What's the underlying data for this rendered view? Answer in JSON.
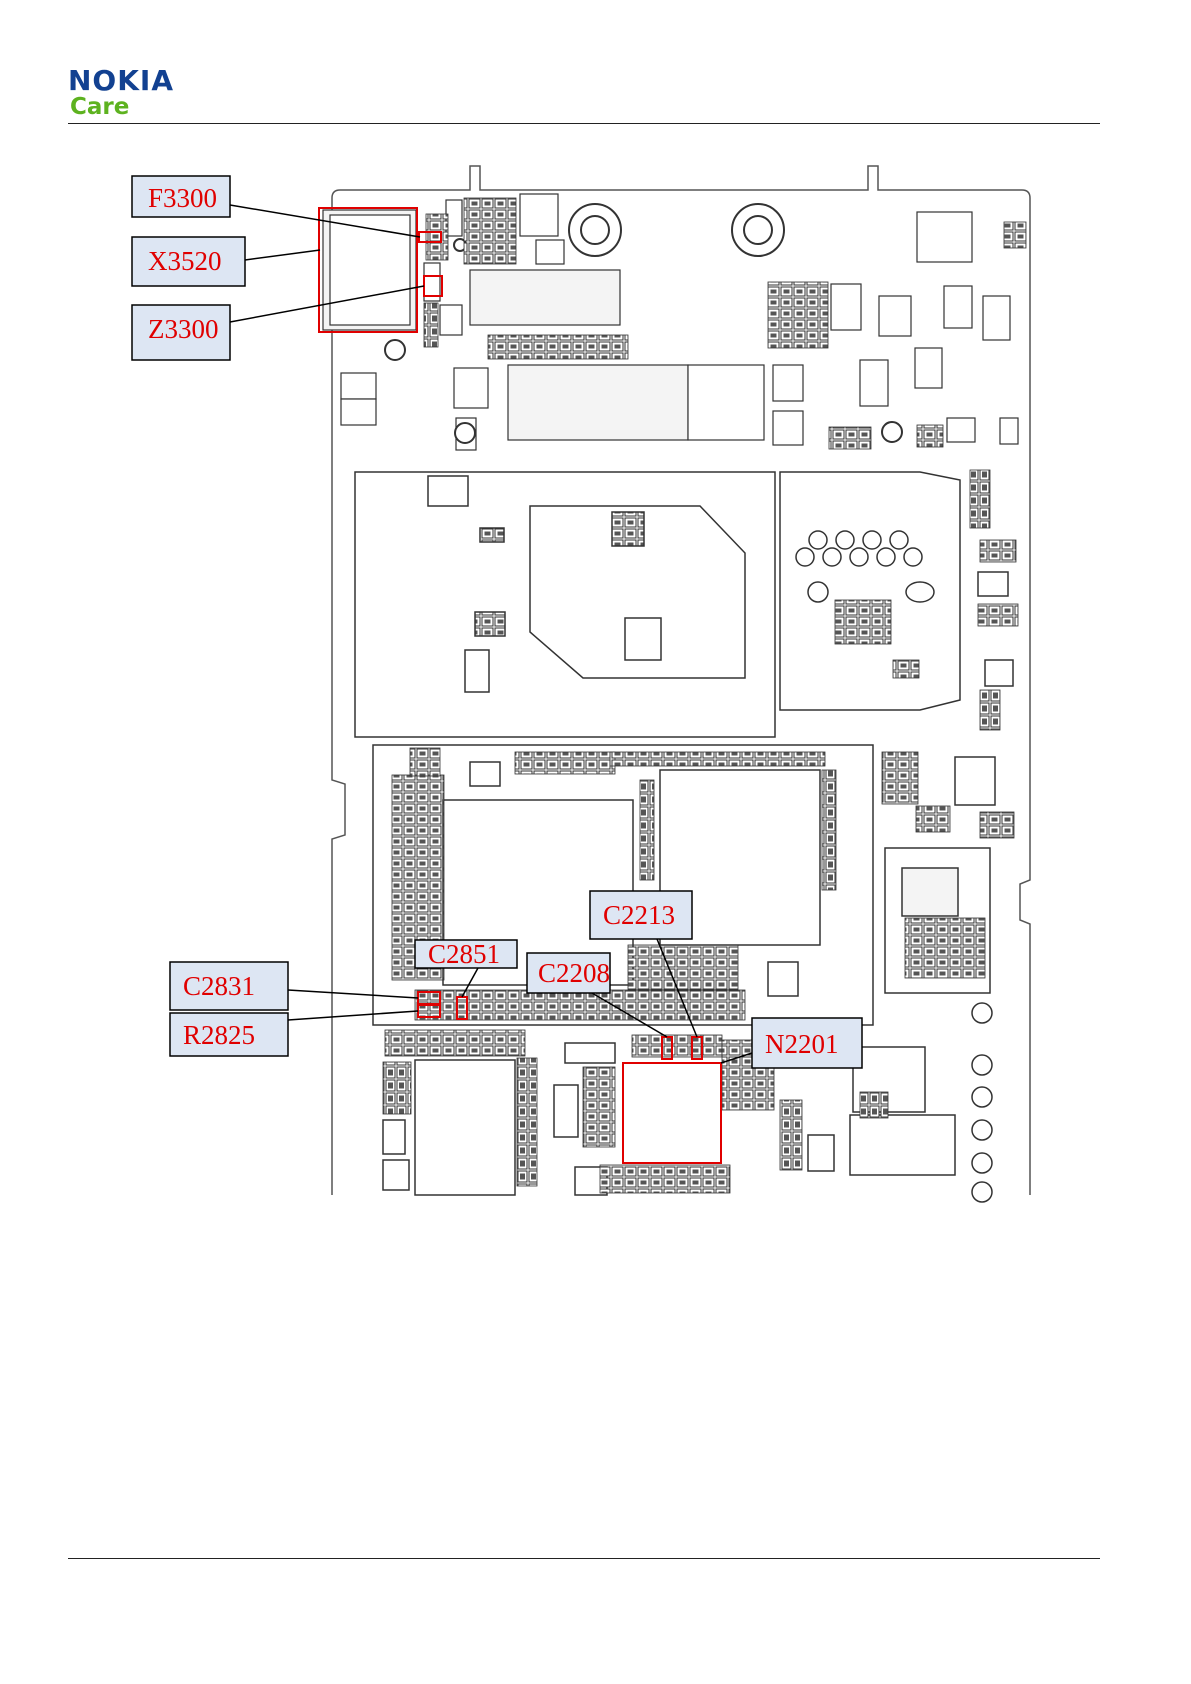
{
  "header": {
    "logo_primary": "NOKIA",
    "logo_secondary": "Care"
  },
  "colors": {
    "brand": "#124191",
    "care": "#5db21f",
    "callout_fill": "#dde6f3",
    "highlight": "#e00000"
  },
  "callouts": {
    "f3300": "F3300",
    "x3520": "X3520",
    "z3300": "Z3300",
    "c2213": "C2213",
    "c2851": "C2851",
    "c2208": "C2208",
    "c2831": "C2831",
    "r2825": "R2825",
    "n2201": "N2201"
  }
}
